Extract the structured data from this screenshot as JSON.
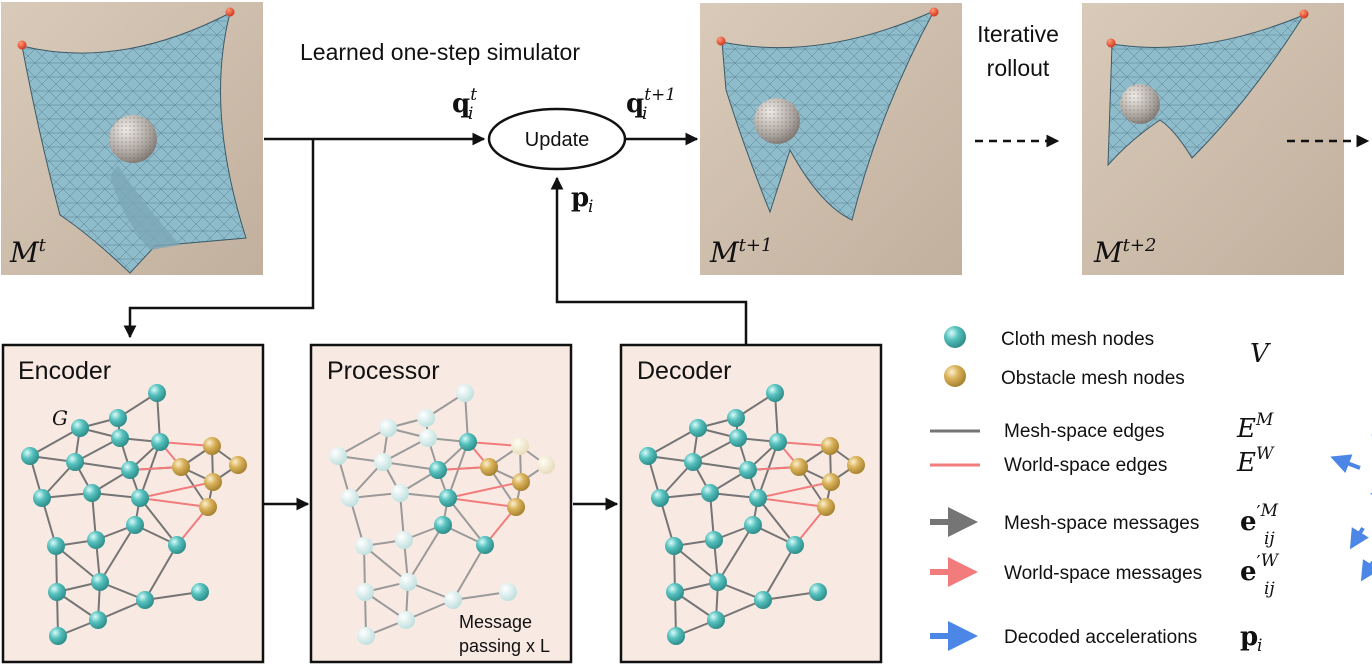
{
  "header": {
    "title": "Learned one-step simulator",
    "rollout_line1": "Iterative",
    "rollout_line2": "rollout"
  },
  "update_label": "Update",
  "math": {
    "q_base": "q",
    "q_sub": "i",
    "q_sup_t": "t",
    "q_sup_t1": "t+1",
    "p_base": "p",
    "p_sub": "i",
    "m_base": "M",
    "m_sup_t": "t",
    "m_sup_t1": "t+1",
    "m_sup_t2": "t+2",
    "g_label": "G"
  },
  "panels": {
    "encoder": "Encoder",
    "processor": "Processor",
    "decoder": "Decoder",
    "message_line1": "Message",
    "message_line2": "passing x L"
  },
  "legend": {
    "cloth": "Cloth mesh nodes",
    "obstacle": "Obstacle mesh nodes",
    "V": "V",
    "mesh_edges": "Mesh-space edges",
    "EM_base": "E",
    "EM_sup": "M",
    "world_edges": "World-space edges",
    "EW_base": "E",
    "EW_sup": "W",
    "mesh_messages": "Mesh-space messages",
    "world_messages": "World-space messages",
    "e_base": "e",
    "e_prime": "′",
    "e_sub": "ij",
    "e_sup_M": "M",
    "e_sup_W": "W",
    "decoded": "Decoded accelerations",
    "p_base": "p",
    "p_sub": "i"
  },
  "colors": {
    "cloth_node": "#4fb9b6",
    "obstacle_node": "#d9b25a",
    "mesh_edge": "#757575",
    "world_edge": "#f27c7c",
    "decoded_arrow": "#4c86e6",
    "panel_bg": "#f8eae2",
    "photo_bg": "#cdbcad",
    "cloth_fill": "#8fbccb"
  }
}
